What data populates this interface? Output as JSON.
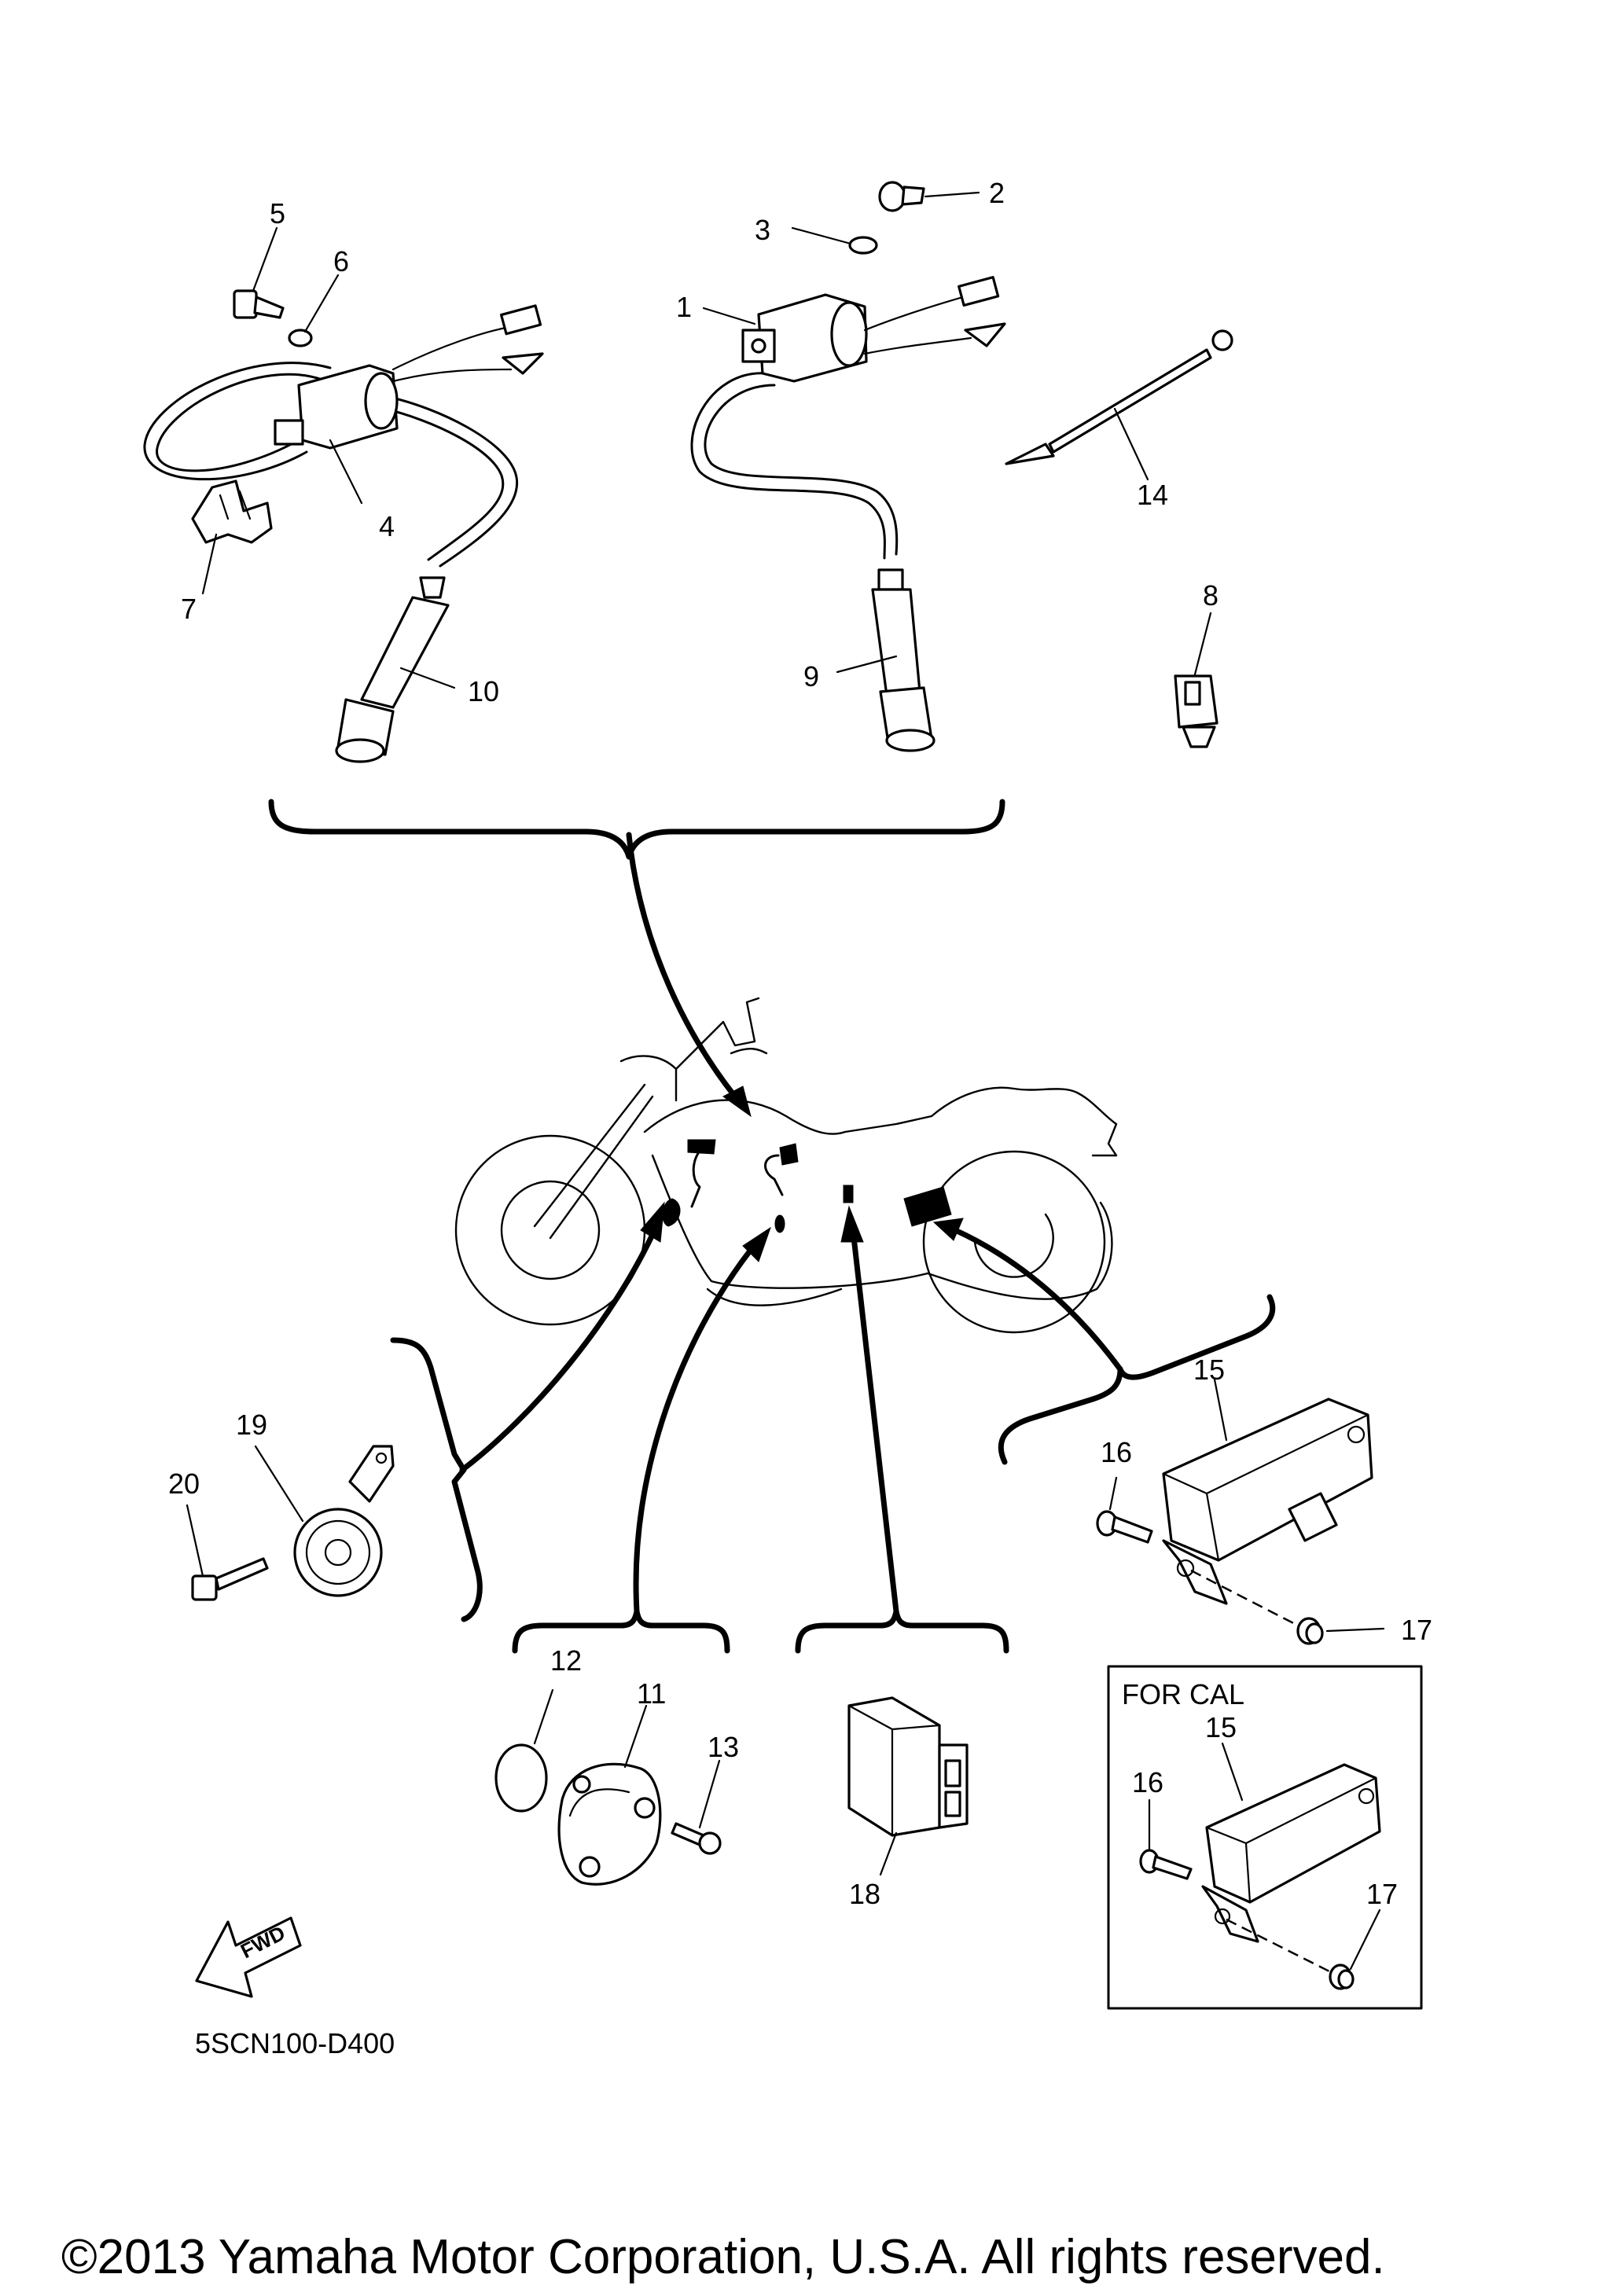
{
  "callouts": {
    "c1": "1",
    "c2": "2",
    "c3": "3",
    "c4": "4",
    "c5": "5",
    "c6": "6",
    "c7": "7",
    "c8": "8",
    "c9": "9",
    "c10": "10",
    "c11": "11",
    "c12": "12",
    "c13": "13",
    "c14": "14",
    "c15": "15",
    "c16": "16",
    "c17": "17",
    "c18": "18",
    "c19": "19",
    "c20": "20",
    "inset_c15": "15",
    "inset_c16": "16",
    "inset_c17": "17"
  },
  "inset": {
    "title": "FOR CAL"
  },
  "fwd_label": "FWD",
  "diagram_code": "5SCN100-D400",
  "copyright": "©2013 Yamaha Motor Corporation, U.S.A. All rights reserved."
}
